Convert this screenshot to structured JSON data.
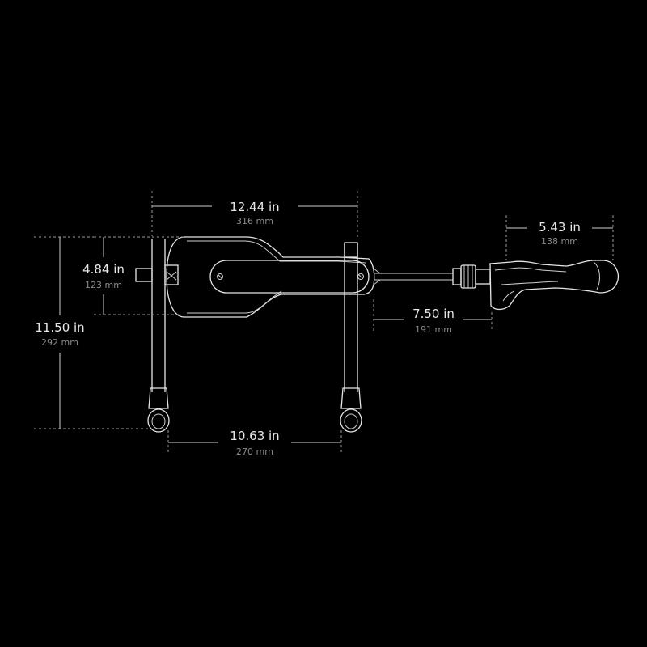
{
  "dimensions": {
    "overall_width": {
      "imperial": "12.44 in",
      "metric": "316 mm"
    },
    "body_height": {
      "imperial": "4.84 in",
      "metric": "123 mm"
    },
    "overall_height": {
      "imperial": "11.50 in",
      "metric": "292 mm"
    },
    "leg_spacing": {
      "imperial": "10.63 in",
      "metric": "270 mm"
    },
    "attachment_length": {
      "imperial": "5.43 in",
      "metric": "138 mm"
    },
    "rod_extension": {
      "imperial": "7.50 in",
      "metric": "191 mm"
    }
  },
  "colors": {
    "background": "#000000",
    "line": "#e6e6e6",
    "dim_line": "#9a9a9a",
    "primary_text": "#e8e8e8",
    "secondary_text": "#8a8a8a"
  }
}
